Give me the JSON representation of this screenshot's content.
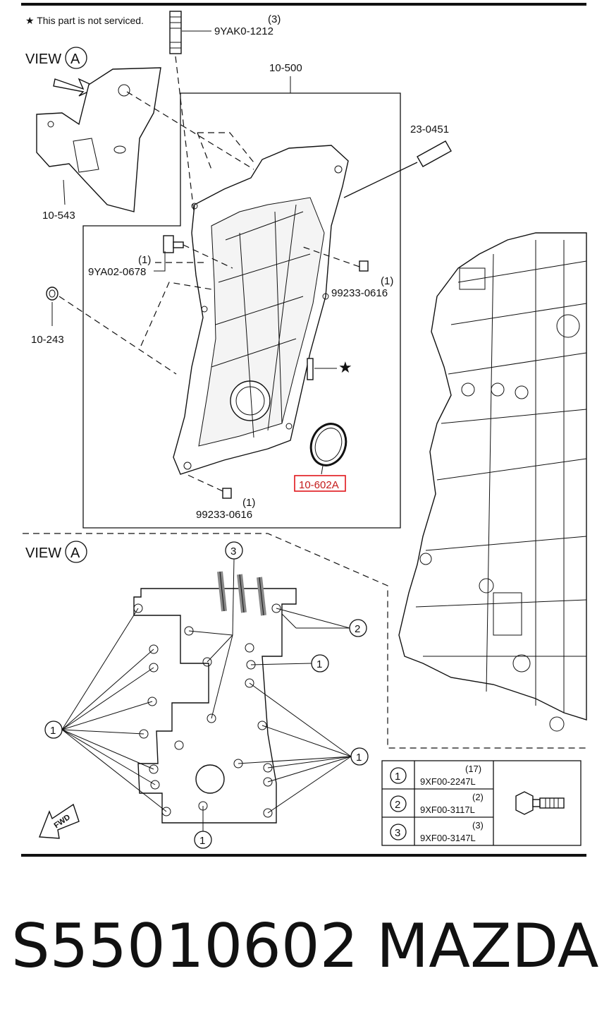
{
  "legend_note": "★ This part is not serviced.",
  "view_label": "VIEW",
  "view_letter": "A",
  "parts": {
    "p1": "9YAK0-1212",
    "p1_qty": "(3)",
    "p2": "10-500",
    "p3": "23-0451",
    "p4": "10-543",
    "p5": "9YA02-0678",
    "p5_qty": "(1)",
    "p6": "99233-0616",
    "p6_qty": "(1)",
    "p7": "10-243",
    "p8": "10-602A",
    "p9": "99233-0616",
    "p9_qty": "(1)"
  },
  "callouts": [
    "1",
    "2",
    "3"
  ],
  "bolt_table": [
    {
      "num": "1",
      "qty": "(17)",
      "part": "9XF00-2247L"
    },
    {
      "num": "2",
      "qty": "(2)",
      "part": "9XF00-3117L"
    },
    {
      "num": "3",
      "qty": "(3)",
      "part": "9XF00-3147L"
    }
  ],
  "fwd_label": "FWD",
  "footer": {
    "part_number": "S55010602",
    "brand": "MAZDA"
  }
}
